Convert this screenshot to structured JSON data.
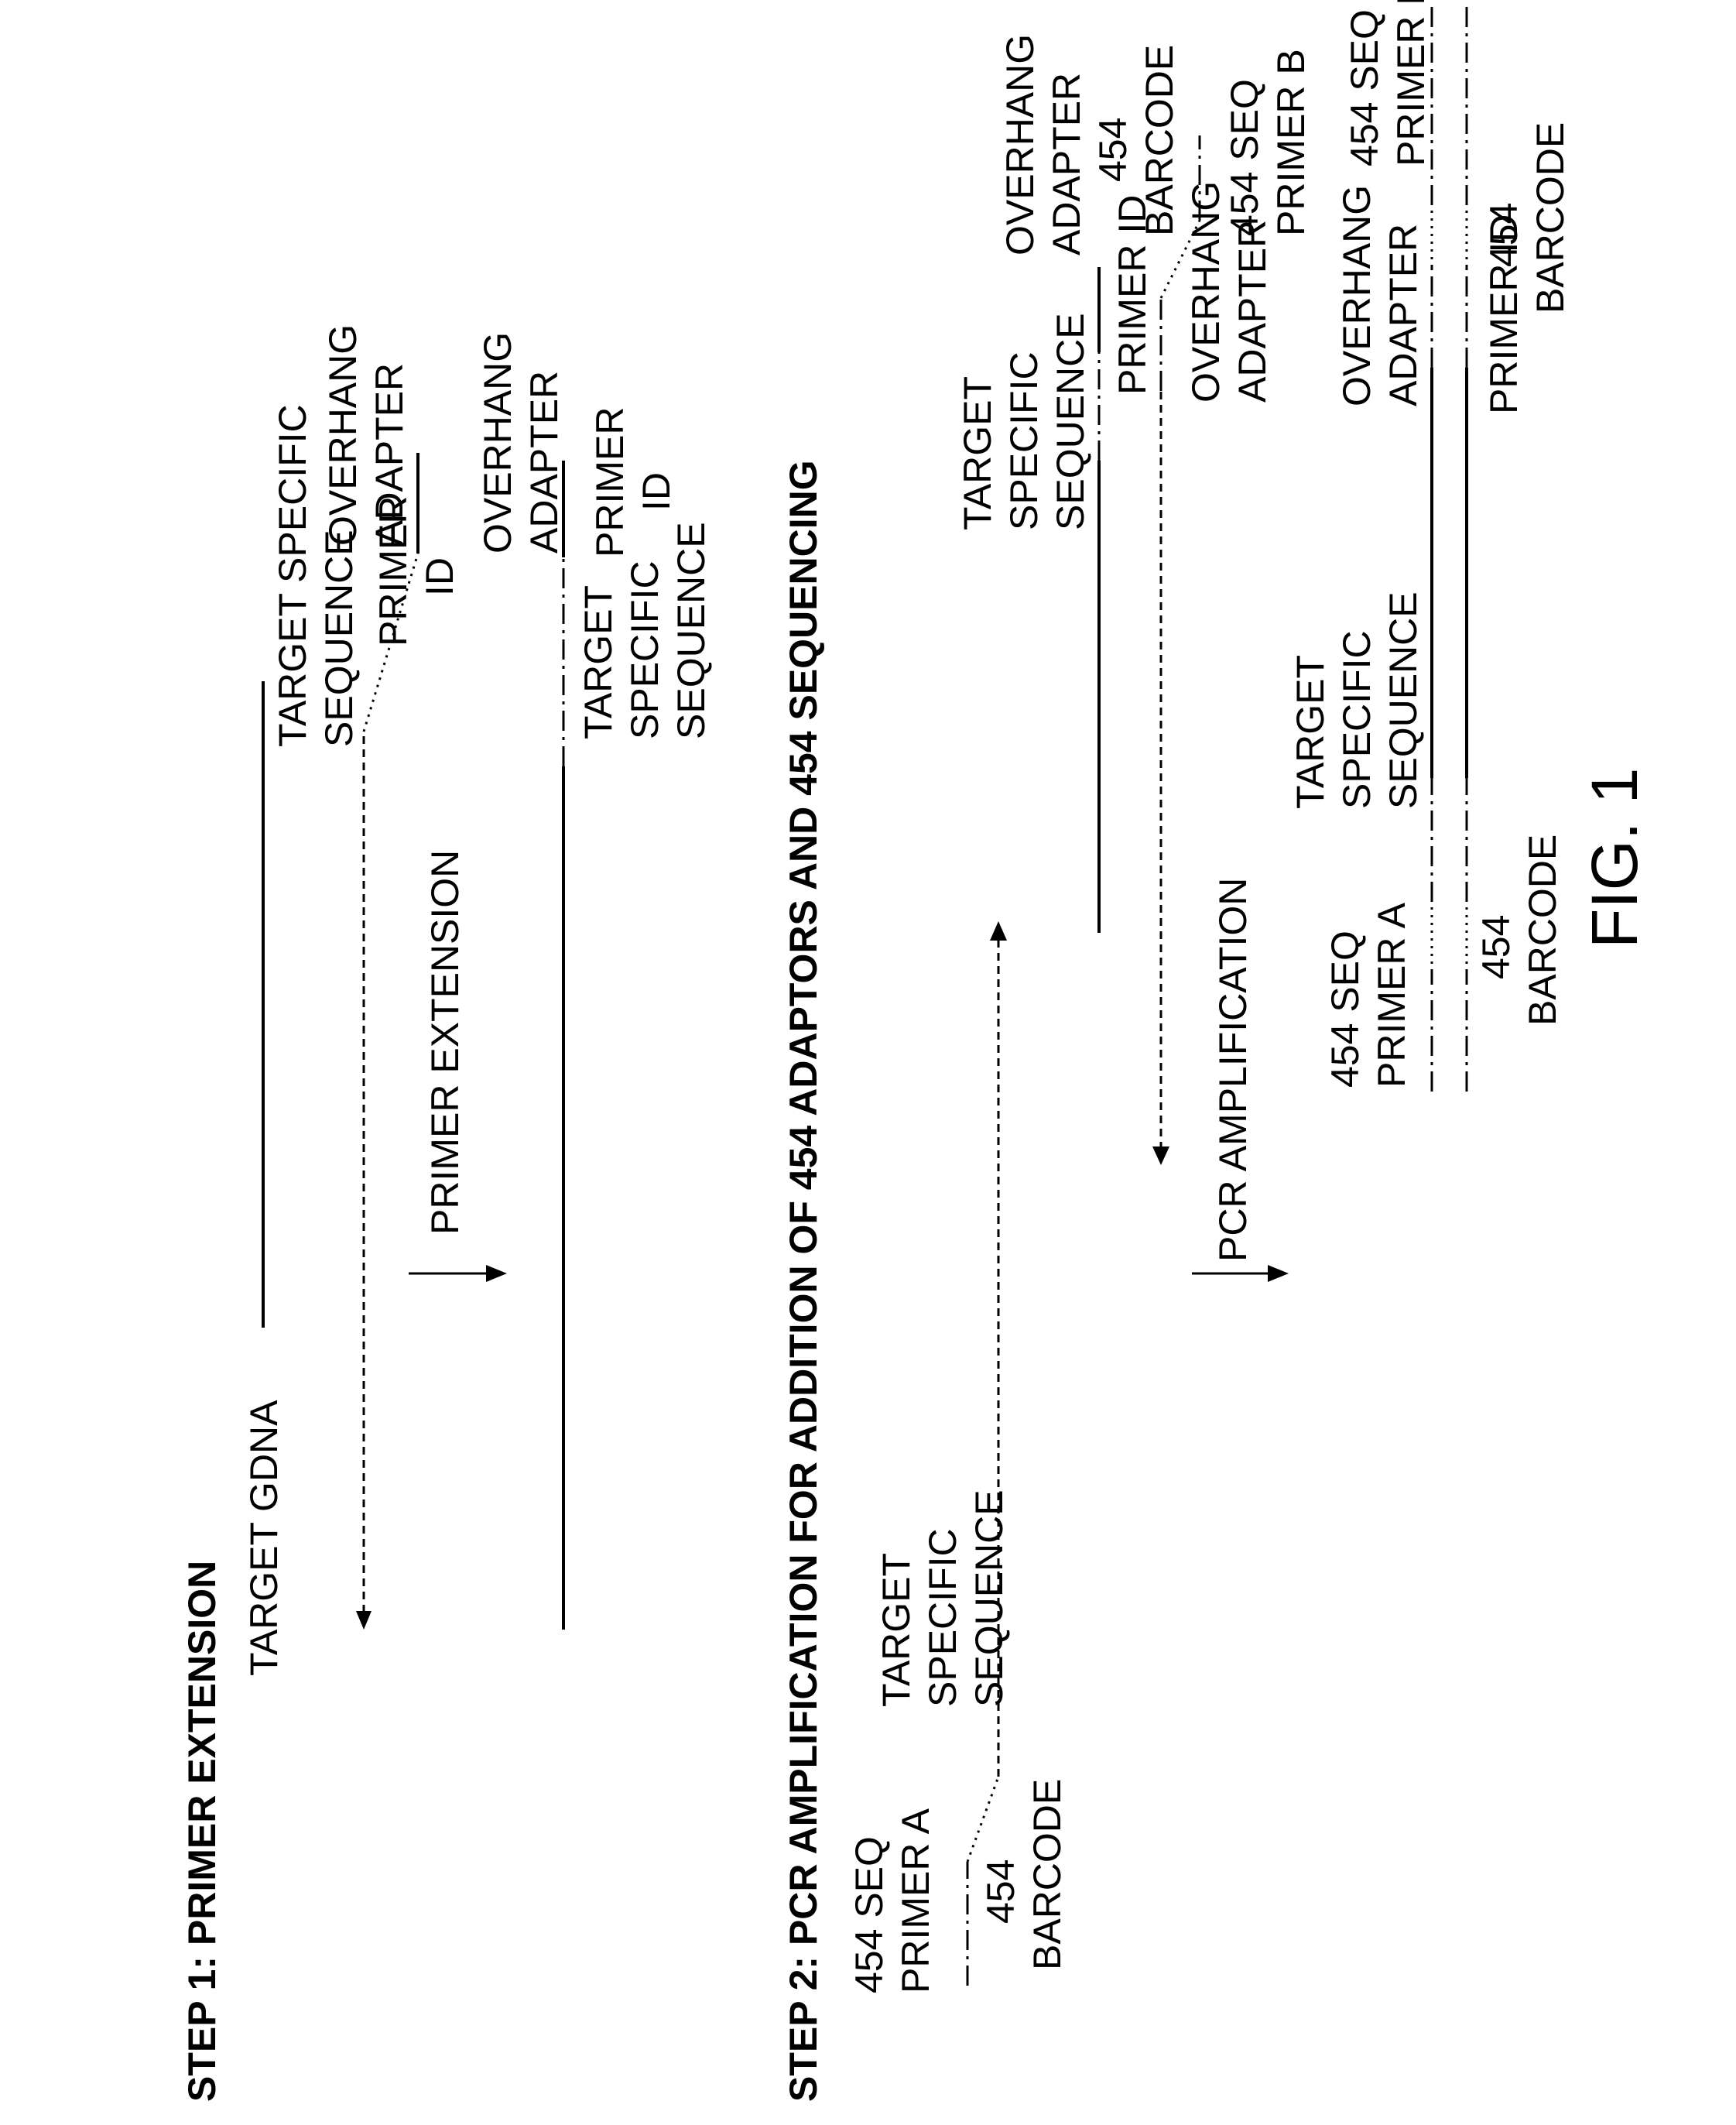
{
  "step1": {
    "title": "STEP 1: PRIMER EXTENSION",
    "target_gdna": "TARGET GDNA",
    "primer_extension": "PRIMER EXTENSION",
    "top": {
      "target_specific_sequence": [
        "TARGET SPECIFIC",
        "SEQUENCE"
      ],
      "primer_id": [
        "PRIMER",
        "ID"
      ],
      "overhang_adapter": [
        "OVERHANG",
        "ADAPTER"
      ]
    },
    "product": {
      "target_specific_sequence": [
        "TARGET",
        "SPECIFIC",
        "SEQUENCE"
      ],
      "primer_id": [
        "PRIMER",
        "ID"
      ],
      "overhang_adapter": [
        "OVERHANG",
        "ADAPTER"
      ]
    }
  },
  "step2": {
    "title": "STEP 2: PCR AMPLIFICATION FOR ADDITION OF 454 ADAPTORS AND 454 SEQUENCING",
    "pcr_amplification": "PCR AMPLIFICATION",
    "left_primer": {
      "seq_primer": [
        "454 SEQ",
        "PRIMER A"
      ],
      "barcode": [
        "454",
        "BARCODE"
      ],
      "target_specific_sequence": [
        "TARGET",
        "SPECIFIC",
        "SEQUENCE"
      ]
    },
    "template": {
      "target_specific_sequence": [
        "TARGET",
        "SPECIFIC",
        "SEQUENCE"
      ],
      "primer_id": "PRIMER ID",
      "overhang_adapter": [
        "OVERHANG",
        "ADAPTER"
      ]
    },
    "right_primer": {
      "overhang_adapter": [
        "OVERHANG",
        "ADAPTER"
      ],
      "barcode": [
        "454",
        "BARCODE"
      ],
      "seq_primer": [
        "454 SEQ",
        "PRIMER B"
      ]
    },
    "final_product": {
      "seq_primer_a": [
        "454 SEQ",
        "PRIMER A"
      ],
      "barcode_a": [
        "454",
        "BARCODE"
      ],
      "target_specific_sequence": [
        "TARGET",
        "SPECIFIC",
        "SEQUENCE"
      ],
      "primer_id": "PRIMER ID",
      "overhang_adapter": [
        "OVERHANG",
        "ADAPTER"
      ],
      "barcode_b": [
        "454",
        "BARCODE"
      ],
      "seq_primer_b": [
        "454 SEQ",
        "PRIMER B"
      ]
    }
  },
  "figure_label": "FIG. 1"
}
